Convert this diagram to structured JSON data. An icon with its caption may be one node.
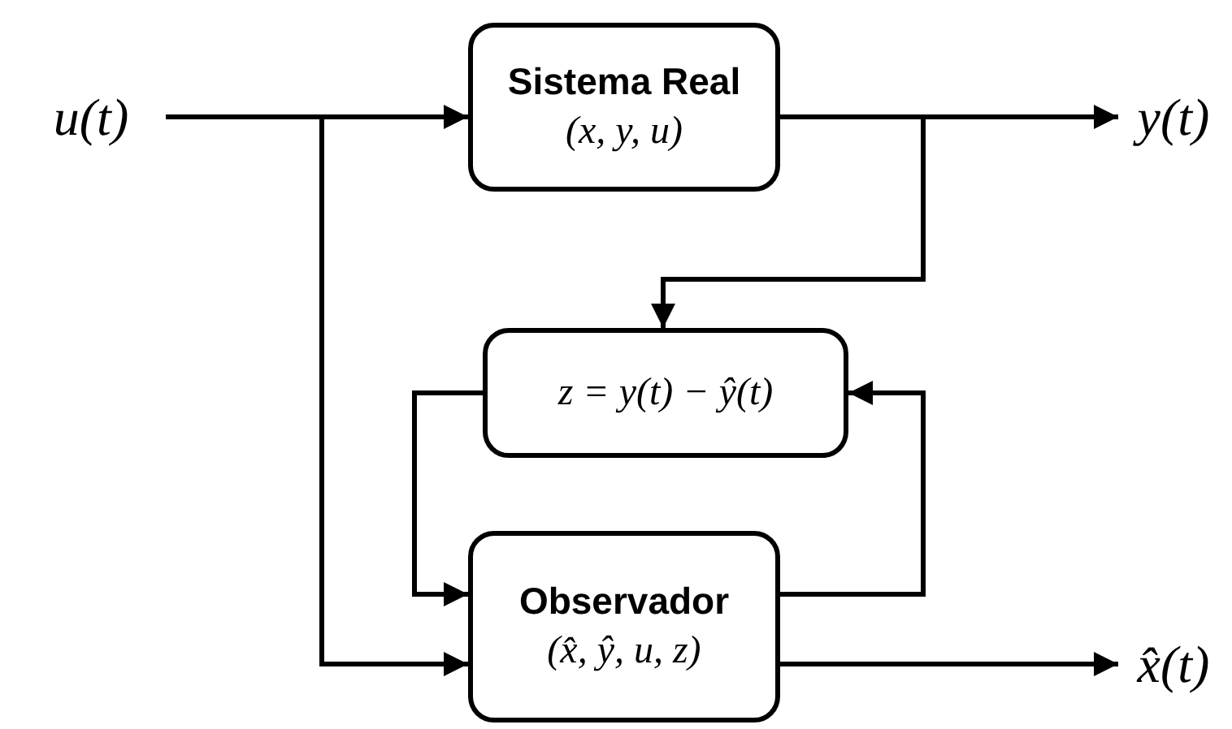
{
  "diagram": {
    "nodes": [
      {
        "text": [
          "u(t)"
        ]
      },
      {
        "text": [
          "Sistema Real",
          "(x, y, u)"
        ]
      },
      {
        "text": [
          "y(t)"
        ]
      },
      {
        "text": [
          "z = y(t) − ŷ(t)"
        ]
      },
      {
        "text": [
          "Observador",
          "(x̂, ŷ, u, z)"
        ]
      },
      {
        "text": [
          "x̂(t)"
        ]
      }
    ],
    "edges": [
      {
        "from": 0,
        "to": 1,
        "arrow": "to"
      },
      {
        "from": 0,
        "to": 4,
        "arrow": "to"
      },
      {
        "from": 1,
        "to": 2,
        "arrow": "to"
      },
      {
        "from": 1,
        "to": 3,
        "arrow": "to"
      },
      {
        "from": 3,
        "to": 4,
        "arrow": "to"
      },
      {
        "from": 4,
        "to": 3,
        "arrow": "to"
      },
      {
        "from": 4,
        "to": 5,
        "arrow": "to"
      }
    ]
  }
}
